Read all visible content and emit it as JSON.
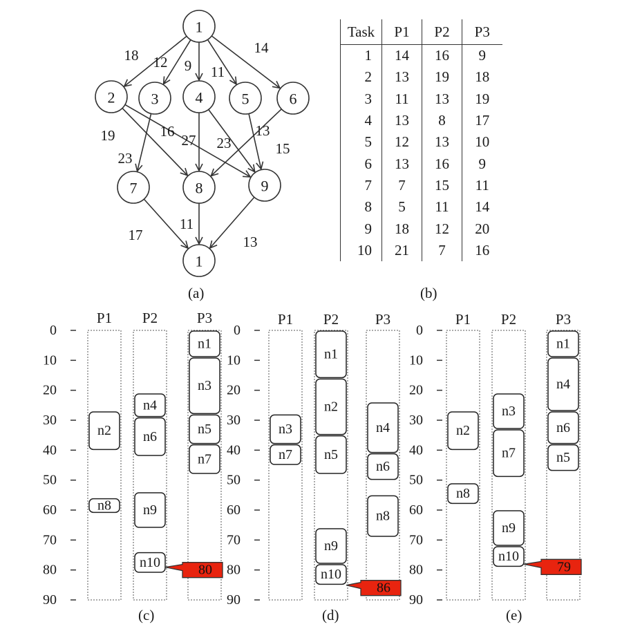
{
  "dag": {
    "nodes": [
      {
        "id": "top",
        "label": "1"
      },
      {
        "id": "n2",
        "label": "2"
      },
      {
        "id": "n3",
        "label": "3"
      },
      {
        "id": "n4",
        "label": "4"
      },
      {
        "id": "n5",
        "label": "5"
      },
      {
        "id": "n6",
        "label": "6"
      },
      {
        "id": "n7",
        "label": "7"
      },
      {
        "id": "n8",
        "label": "8"
      },
      {
        "id": "n9",
        "label": "9"
      },
      {
        "id": "bottom",
        "label": "1"
      }
    ],
    "edges": [
      {
        "from": "top",
        "to": "n2",
        "label": "18"
      },
      {
        "from": "top",
        "to": "n3",
        "label": "12"
      },
      {
        "from": "top",
        "to": "n4",
        "label": "9"
      },
      {
        "from": "top",
        "to": "n5",
        "label": "11"
      },
      {
        "from": "top",
        "to": "n6",
        "label": "14"
      },
      {
        "from": "n2",
        "to": "n8",
        "label": "19"
      },
      {
        "from": "n2",
        "to": "n9",
        "label": "16"
      },
      {
        "from": "n3",
        "to": "n7",
        "label": "23"
      },
      {
        "from": "n4",
        "to": "n8",
        "label": "27"
      },
      {
        "from": "n4",
        "to": "n9",
        "label": "23"
      },
      {
        "from": "n5",
        "to": "n9",
        "label": "13"
      },
      {
        "from": "n6",
        "to": "n8",
        "label": "15"
      },
      {
        "from": "n7",
        "to": "bottom",
        "label": "17"
      },
      {
        "from": "n8",
        "to": "bottom",
        "label": "11"
      },
      {
        "from": "n9",
        "to": "bottom",
        "label": "13"
      }
    ]
  },
  "table": {
    "headers": [
      "Task",
      "P1",
      "P2",
      "P3"
    ],
    "rows": [
      [
        "1",
        "14",
        "16",
        "9"
      ],
      [
        "2",
        "13",
        "19",
        "18"
      ],
      [
        "3",
        "11",
        "13",
        "19"
      ],
      [
        "4",
        "13",
        "8",
        "17"
      ],
      [
        "5",
        "12",
        "13",
        "10"
      ],
      [
        "6",
        "13",
        "16",
        "9"
      ],
      [
        "7",
        "7",
        "15",
        "11"
      ],
      [
        "8",
        "5",
        "11",
        "14"
      ],
      [
        "9",
        "18",
        "12",
        "20"
      ],
      [
        "10",
        "21",
        "7",
        "16"
      ]
    ]
  },
  "captions": {
    "a": "(a)",
    "b": "(b)",
    "c": "(c)",
    "d": "(d)",
    "e": "(e)"
  },
  "schedules": {
    "axis_ticks": [
      "0",
      "10",
      "20",
      "30",
      "40",
      "50",
      "60",
      "70",
      "80",
      "90"
    ],
    "processors": [
      "P1",
      "P2",
      "P3"
    ],
    "marker_color": "#e8240f",
    "panels": [
      {
        "id": "c",
        "makespan": "80",
        "makespan_value": 80,
        "tasks": [
          {
            "proc": 0,
            "label": "n2",
            "start": 27,
            "end": 40
          },
          {
            "proc": 0,
            "label": "n8",
            "start": 56,
            "end": 61
          },
          {
            "proc": 1,
            "label": "n4",
            "start": 21,
            "end": 29
          },
          {
            "proc": 1,
            "label": "n6",
            "start": 29,
            "end": 42
          },
          {
            "proc": 1,
            "label": "n9",
            "start": 54,
            "end": 66
          },
          {
            "proc": 1,
            "label": "n10",
            "start": 74,
            "end": 81
          },
          {
            "proc": 2,
            "label": "n1",
            "start": 0,
            "end": 9
          },
          {
            "proc": 2,
            "label": "n3",
            "start": 9,
            "end": 28
          },
          {
            "proc": 2,
            "label": "n5",
            "start": 28,
            "end": 38
          },
          {
            "proc": 2,
            "label": "n7",
            "start": 38,
            "end": 48
          }
        ]
      },
      {
        "id": "d",
        "makespan": "86",
        "makespan_value": 86,
        "tasks": [
          {
            "proc": 0,
            "label": "n3",
            "start": 28,
            "end": 38
          },
          {
            "proc": 0,
            "label": "n7",
            "start": 38,
            "end": 45
          },
          {
            "proc": 1,
            "label": "n1",
            "start": 0,
            "end": 16
          },
          {
            "proc": 1,
            "label": "n2",
            "start": 16,
            "end": 35
          },
          {
            "proc": 1,
            "label": "n5",
            "start": 35,
            "end": 48
          },
          {
            "proc": 1,
            "label": "n9",
            "start": 66,
            "end": 78
          },
          {
            "proc": 1,
            "label": "n10",
            "start": 78,
            "end": 85
          },
          {
            "proc": 2,
            "label": "n4",
            "start": 24,
            "end": 41
          },
          {
            "proc": 2,
            "label": "n6",
            "start": 41,
            "end": 50
          },
          {
            "proc": 2,
            "label": "n8",
            "start": 55,
            "end": 69
          }
        ]
      },
      {
        "id": "e",
        "makespan": "79",
        "makespan_value": 79,
        "tasks": [
          {
            "proc": 0,
            "label": "n2",
            "start": 27,
            "end": 40
          },
          {
            "proc": 0,
            "label": "n8",
            "start": 51,
            "end": 58
          },
          {
            "proc": 1,
            "label": "n3",
            "start": 21,
            "end": 33
          },
          {
            "proc": 1,
            "label": "n7",
            "start": 33,
            "end": 49
          },
          {
            "proc": 1,
            "label": "n9",
            "start": 60,
            "end": 72
          },
          {
            "proc": 1,
            "label": "n10",
            "start": 72,
            "end": 79
          },
          {
            "proc": 2,
            "label": "n1",
            "start": 0,
            "end": 9
          },
          {
            "proc": 2,
            "label": "n4",
            "start": 9,
            "end": 27
          },
          {
            "proc": 2,
            "label": "n6",
            "start": 27,
            "end": 38
          },
          {
            "proc": 2,
            "label": "n5",
            "start": 38,
            "end": 47
          }
        ]
      }
    ]
  }
}
